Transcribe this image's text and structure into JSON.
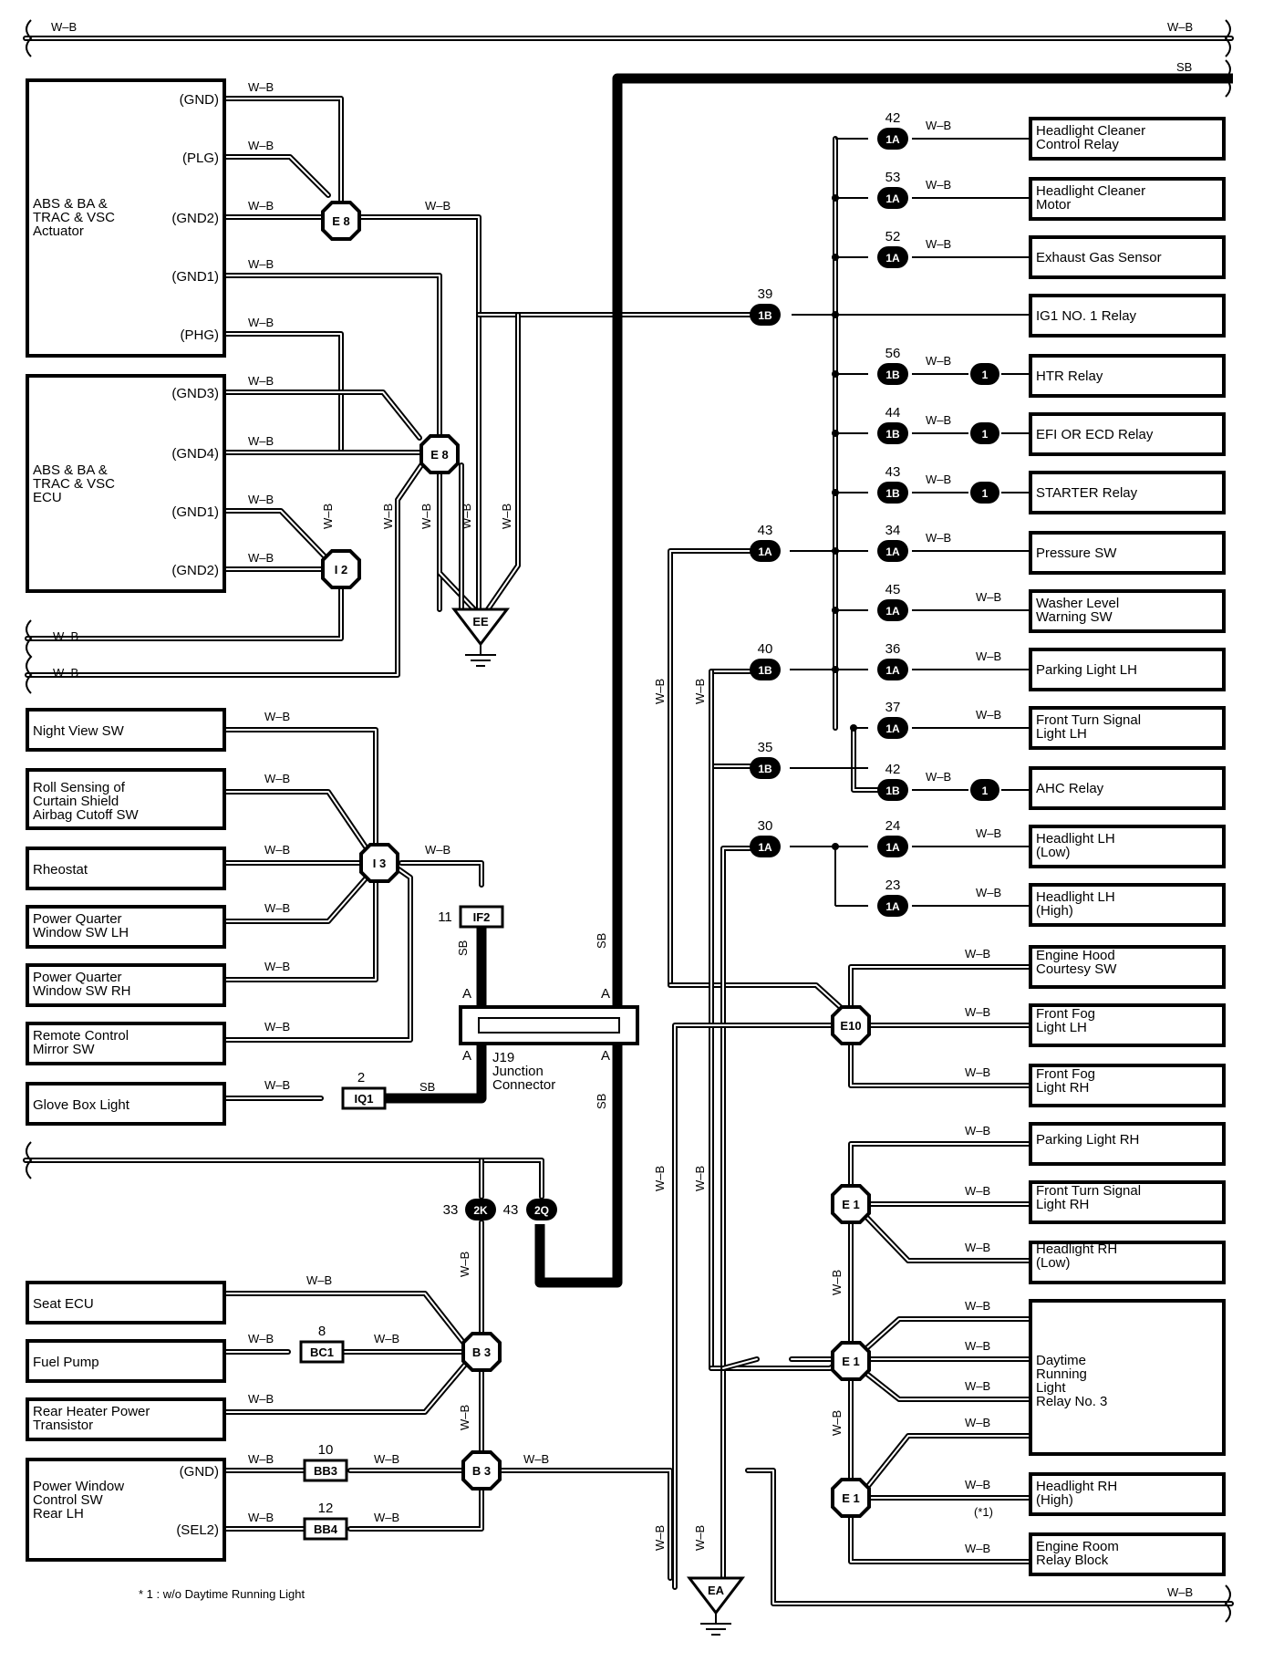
{
  "wire_codes": {
    "wb": "W–B",
    "sb": "SB"
  },
  "components": {
    "abs_actuator": "ABS & BA &\nTRAC & VSC\nActuator",
    "abs_ecu": "ABS & BA &\nTRAC & VSC\nECU",
    "night_view_sw": "Night View SW",
    "roll_sensing": "Roll Sensing of\nCurtain Shield\nAirbag Cutoff SW",
    "rheostat": "Rheostat",
    "pq_window_lh": "Power Quarter\nWindow SW LH",
    "pq_window_rh": "Power Quarter\nWindow SW RH",
    "remote_mirror": "Remote Control\nMirror SW",
    "glove_box": "Glove Box Light",
    "seat_ecu": "Seat ECU",
    "fuel_pump": "Fuel Pump",
    "rear_heater": "Rear Heater Power\nTransistor",
    "pw_control": "Power Window\nControl SW\nRear LH",
    "hl_cleaner_relay": "Headlight Cleaner\nControl Relay",
    "hl_cleaner_motor": "Headlight Cleaner\nMotor",
    "exhaust_gas": "Exhaust Gas Sensor",
    "ig1_relay": "IG1 NO. 1 Relay",
    "htr_relay": "HTR Relay",
    "efi_relay": "EFI OR ECD Relay",
    "starter_relay": "STARTER Relay",
    "pressure_sw": "Pressure SW",
    "washer_level": "Washer Level\nWarning SW",
    "parking_lh": "Parking Light LH",
    "front_turn_lh": "Front Turn Signal\nLight LH",
    "ahc_relay": "AHC Relay",
    "headlight_lh_low": "Headlight LH\n(Low)",
    "headlight_lh_high": "Headlight LH\n(High)",
    "engine_hood": "Engine Hood\nCourtesy SW",
    "front_fog_lh": "Front Fog\nLight LH",
    "front_fog_rh": "Front Fog\nLight RH",
    "parking_rh": "Parking Light RH",
    "front_turn_rh": "Front Turn Signal\nLight RH",
    "headlight_rh_low": "Headlight RH\n(Low)",
    "drl_relay": "Daytime\nRunning\nLight\nRelay No. 3",
    "headlight_rh_high": "Headlight RH\n(High)",
    "engine_room_rb": "Engine Room\nRelay Block",
    "j19": "J19\nJunction\nConnector"
  },
  "pins": {
    "gnd": "(GND)",
    "plg": "(PLG)",
    "gnd2": "(GND2)",
    "gnd1": "(GND1)",
    "phg": "(PHG)",
    "gnd3": "(GND3)",
    "gnd4": "(GND4)",
    "sel2": "(SEL2)"
  },
  "connectors": {
    "e8": "E 8",
    "i2": "I 2",
    "i3": "I 3",
    "b3": "B 3",
    "e10": "E10",
    "e1": "E 1",
    "ee": "EE",
    "ea": "EA",
    "if2": "IF2",
    "iq1": "IQ1",
    "bc1": "BC1",
    "bb3": "BB3",
    "bb4": "BB4",
    "c2k": "2K",
    "c2q": "2Q",
    "c1a": "1A",
    "c1b": "1B",
    "c1": "1"
  },
  "pin_numbers": {
    "n42": "42",
    "n53": "53",
    "n52": "52",
    "n39": "39",
    "n56": "56",
    "n44": "44",
    "n43": "43",
    "n34": "34",
    "n45": "45",
    "n40": "40",
    "n36": "36",
    "n37": "37",
    "n35": "35",
    "n30": "30",
    "n24": "24",
    "n23": "23",
    "n11": "11",
    "n2": "2",
    "n33": "33",
    "n8": "8",
    "n10": "10",
    "n12": "12"
  },
  "j19_pins": {
    "a": "A"
  },
  "footnote": {
    "mark": "(*1)",
    "text": "* 1 : w/o Daytime Running Light"
  }
}
